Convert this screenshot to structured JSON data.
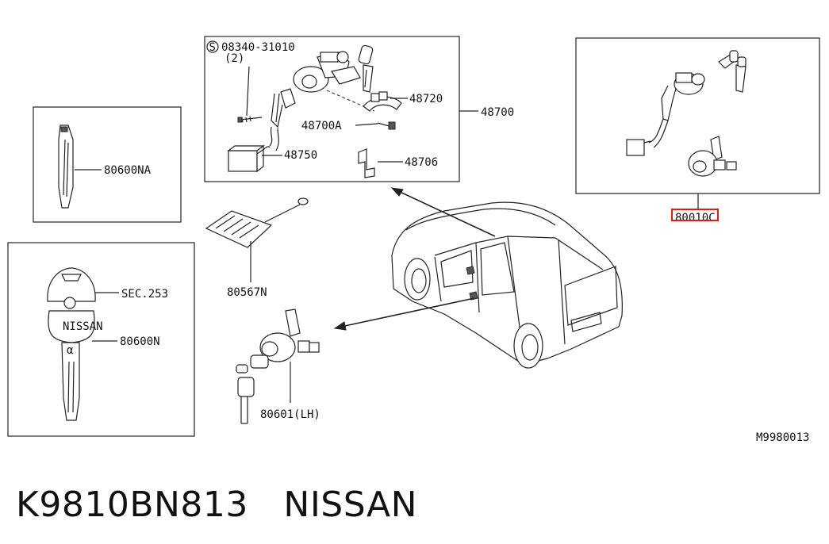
{
  "parts": {
    "screw": "08340-31010",
    "screw_qty": "(2)",
    "clamp": "48720",
    "lock_assembly": "48700",
    "bolt": "48700A",
    "harness": "48750",
    "bracket": "48706",
    "key_blank": "80600NA",
    "sec_ref": "SEC.253",
    "key": "80600N",
    "transponder": "80567N",
    "door_cylinder": "80601(LH)",
    "lock_set": "80010C"
  },
  "screw_symbol": "S",
  "diagram_id": "M9980013",
  "caption": "K9810BN813　NISSAN",
  "highlight_color": "#e21b1b"
}
